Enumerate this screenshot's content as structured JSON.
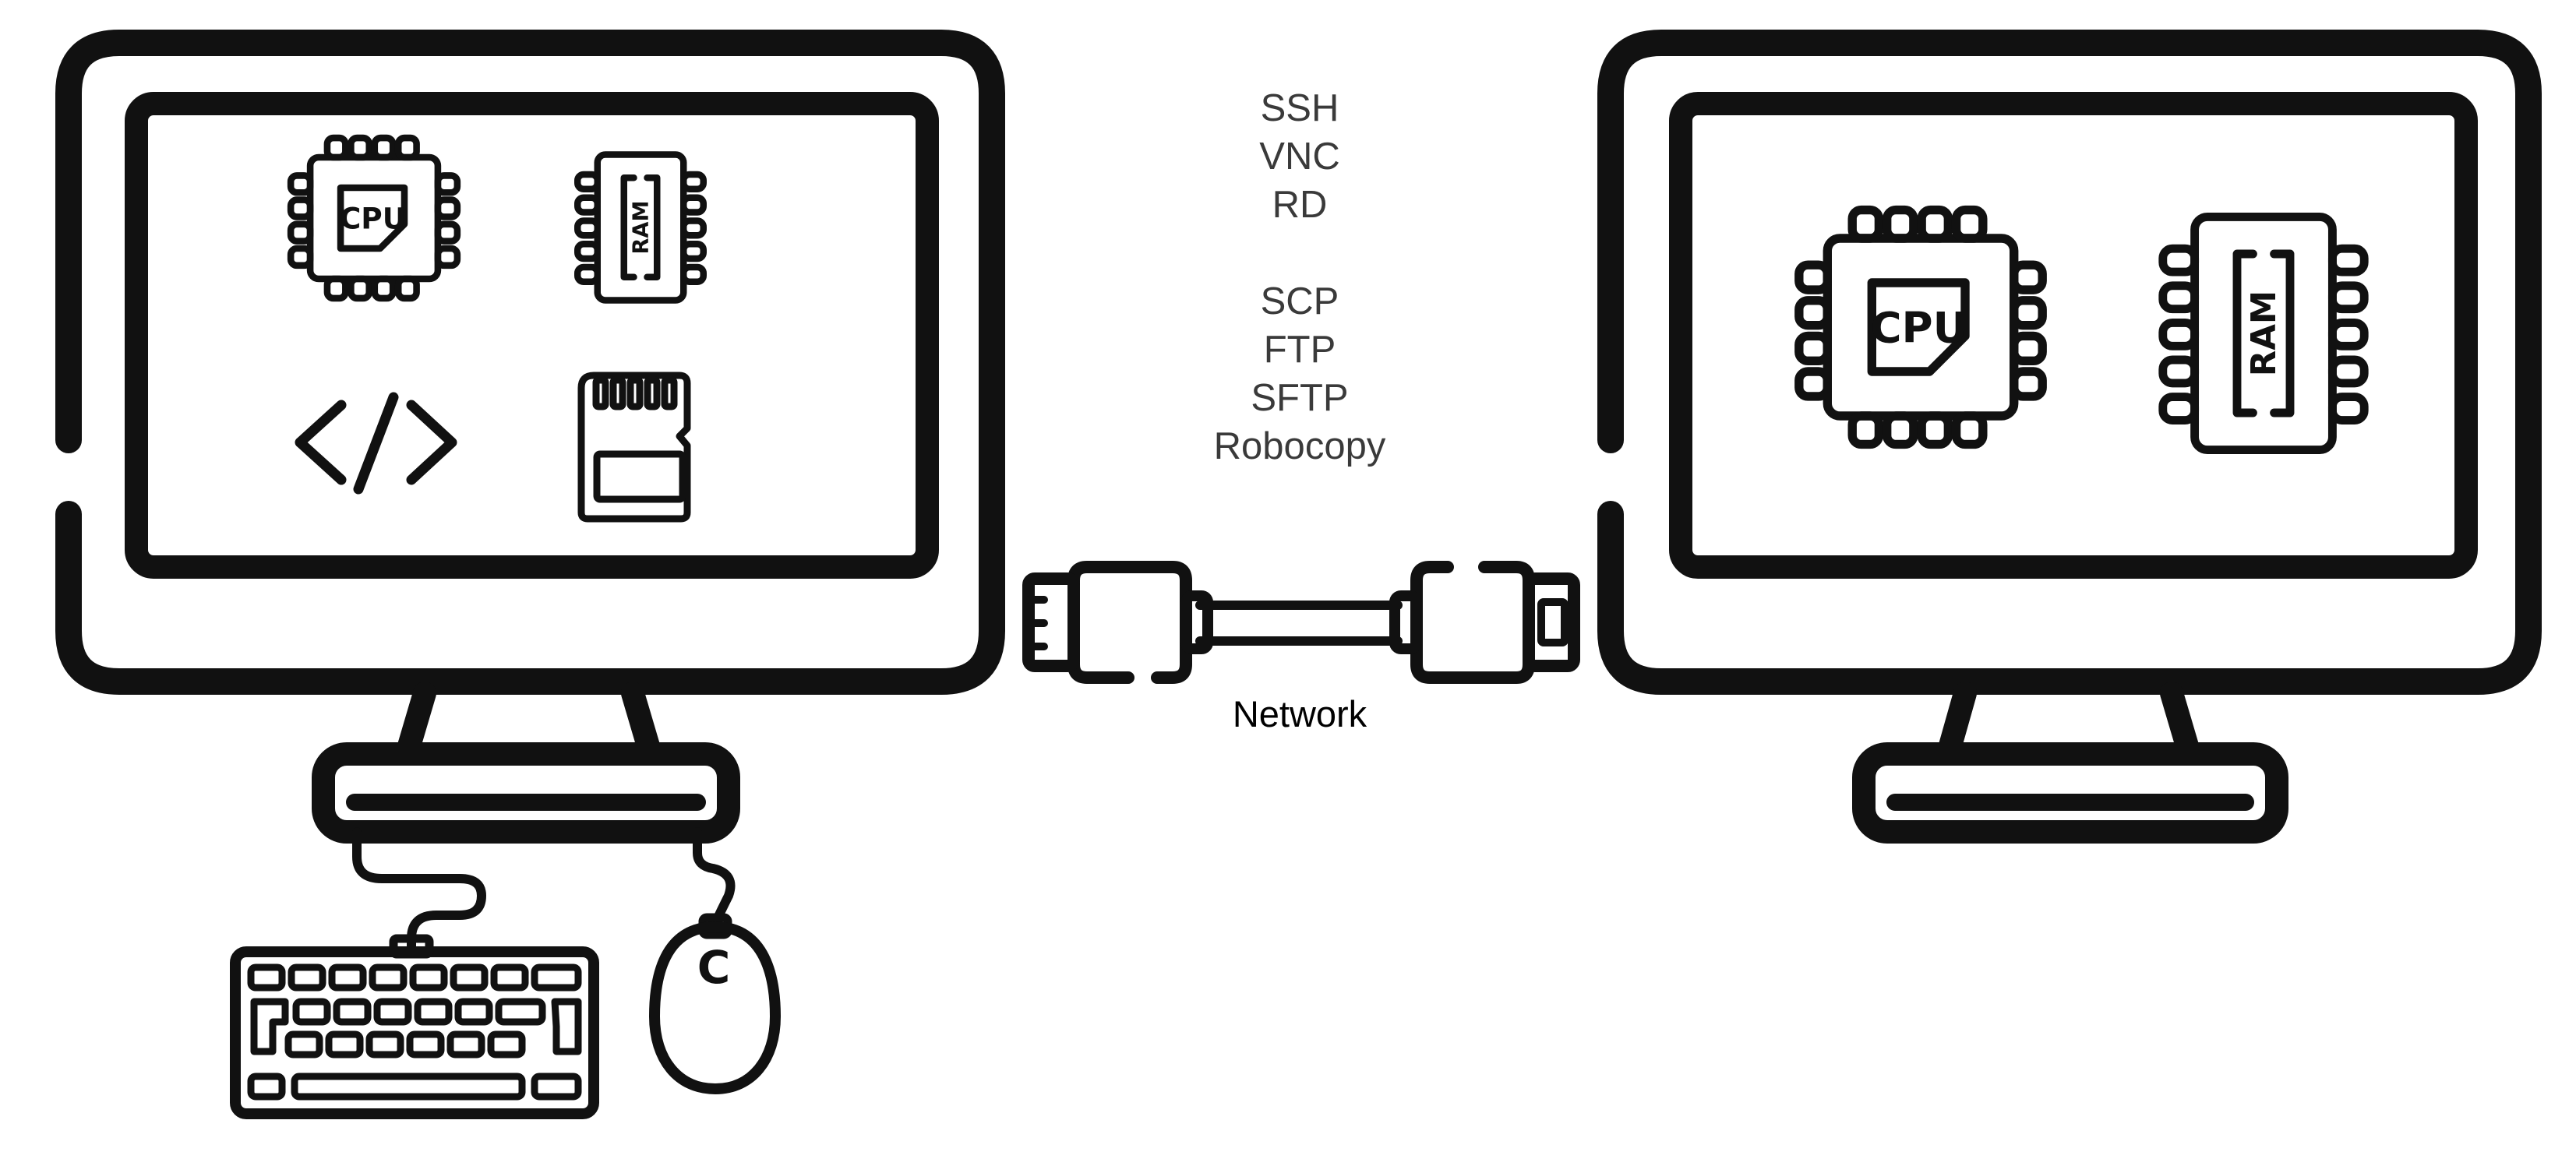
{
  "protocols": {
    "remote_access": [
      "SSH",
      "VNC",
      "RD"
    ],
    "file_transfer": [
      "SCP",
      "FTP",
      "SFTP",
      "Robocopy"
    ]
  },
  "network_label": "Network",
  "chip_labels": {
    "cpu": "CPU",
    "ram": "RAM",
    "mouse": "C"
  },
  "icons": [
    "local-monitor-icon",
    "remote-monitor-icon",
    "cpu-icon",
    "ram-icon",
    "code-icon",
    "sd-card-icon",
    "network-cable-icon",
    "keyboard-icon",
    "mouse-icon"
  ],
  "colors": {
    "line": "#111111",
    "protocol_text": "#3a3a3a",
    "background": "#ffffff"
  }
}
